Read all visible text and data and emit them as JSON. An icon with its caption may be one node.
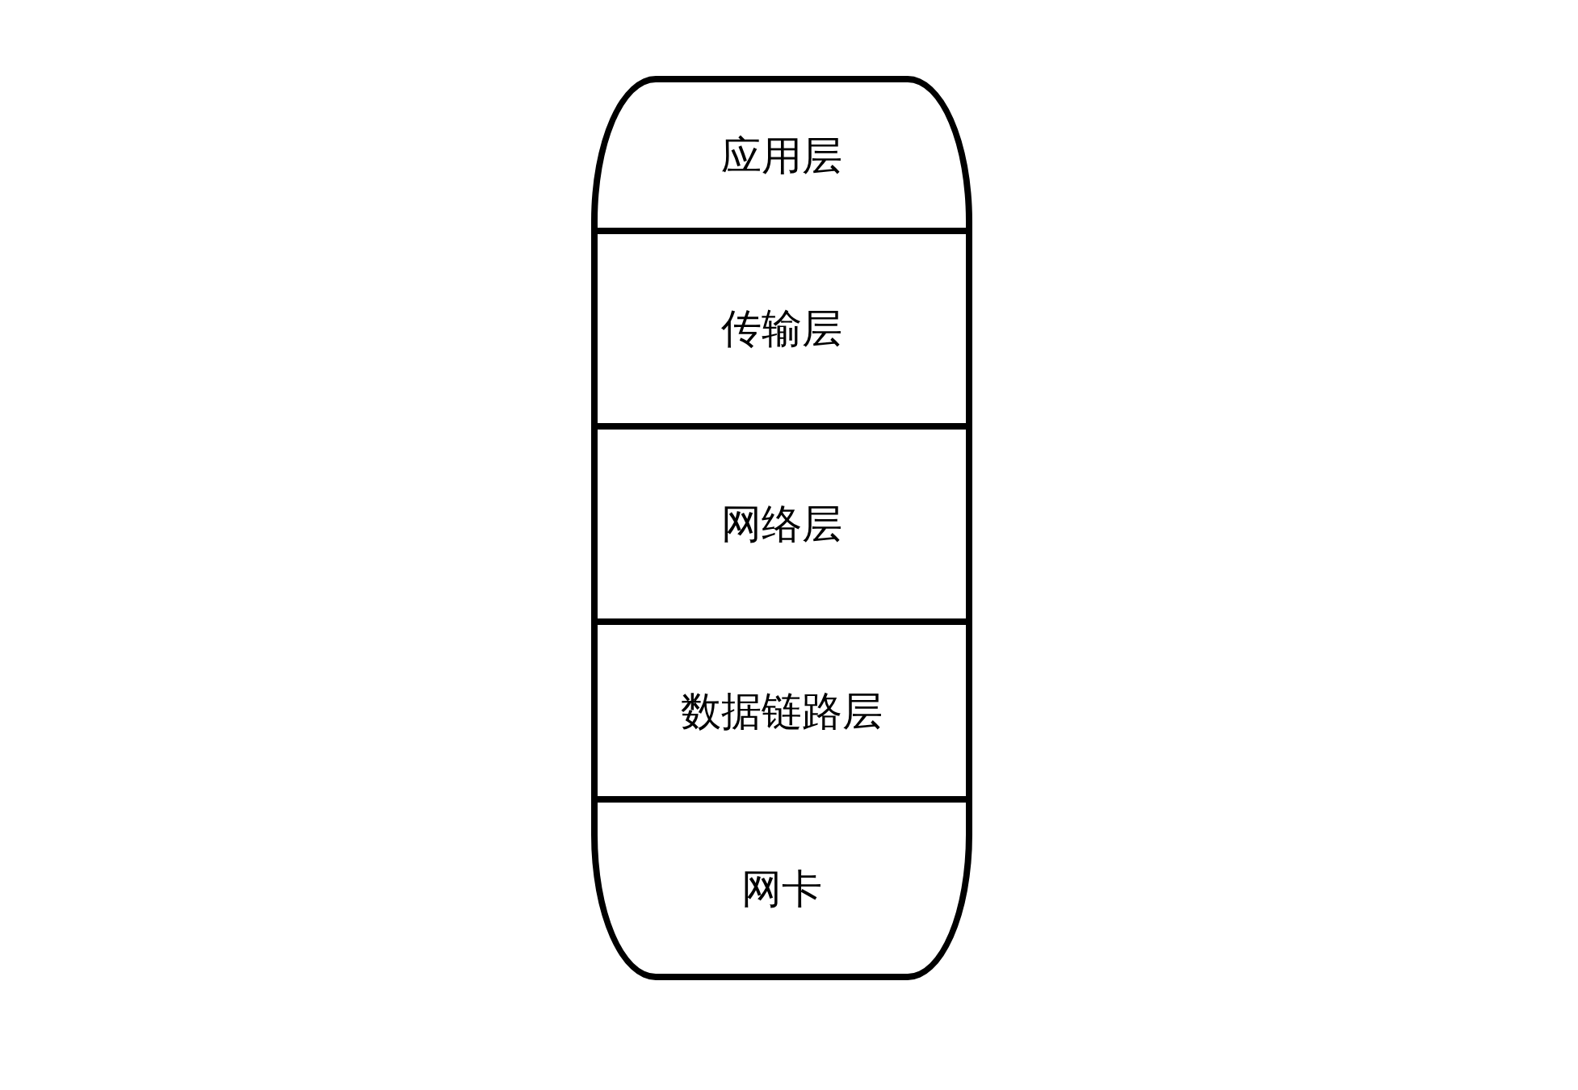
{
  "diagram": {
    "nodes": [
      {
        "text": [
          "应用层"
        ]
      },
      {
        "text": [
          "传输层"
        ]
      },
      {
        "text": [
          "网络层"
        ]
      },
      {
        "text": [
          "数据链路层"
        ]
      },
      {
        "text": [
          "网卡"
        ]
      }
    ]
  }
}
